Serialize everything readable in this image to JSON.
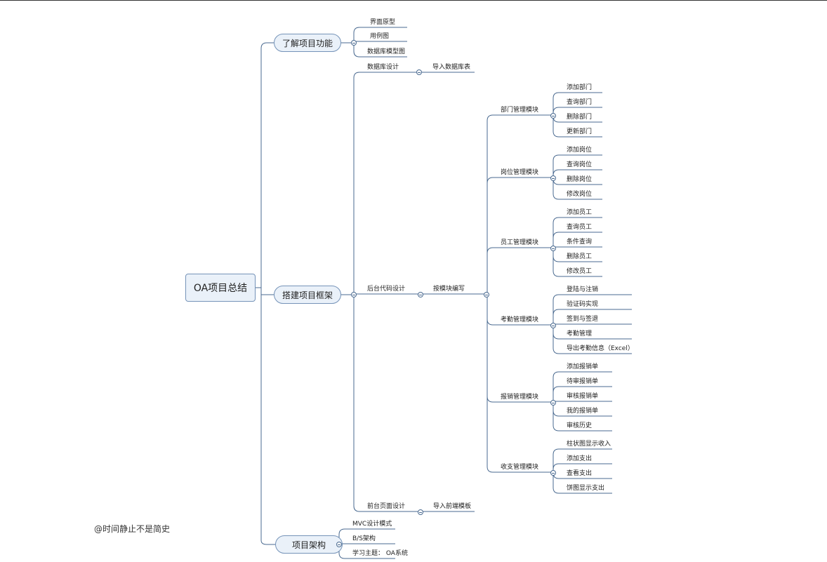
{
  "root": {
    "label": "OA项目总结"
  },
  "watermark": "@时间静止不是简史",
  "colors": {
    "line": "#4a6a90",
    "node_fill": "#eaf1f9",
    "node_border": "#7593b8"
  },
  "branches": {
    "understand": {
      "label": "了解项目功能",
      "children": [
        "界面原型",
        "用例图",
        "数据库模型图"
      ]
    },
    "build": {
      "label": "搭建项目框架",
      "db": {
        "label": "数据库设计",
        "child": "导入数据库表"
      },
      "backend": {
        "label": "后台代码设计",
        "by_module": {
          "label": "按模块编写",
          "modules": [
            {
              "label": "部门管理模块",
              "items": [
                "添加部门",
                "查询部门",
                "删除部门",
                "更新部门"
              ]
            },
            {
              "label": "岗位管理模块",
              "items": [
                "添加岗位",
                "查询岗位",
                "删除岗位",
                "修改岗位"
              ]
            },
            {
              "label": "员工管理模块",
              "items": [
                "添加员工",
                "查询员工",
                "条件查询",
                "删除员工",
                "修改员工"
              ]
            },
            {
              "label": "考勤管理模块",
              "items": [
                "登陆与注销",
                "验证码实现",
                "签到与签退",
                "考勤管理",
                "导出考勤信息（Excel）"
              ]
            },
            {
              "label": "报销管理模块",
              "items": [
                "添加报销单",
                "待审报销单",
                "审核报销单",
                "我的报销单",
                "审核历史"
              ]
            },
            {
              "label": "收支管理模块",
              "items": [
                "柱状图显示收入",
                "添加支出",
                "查看支出",
                "饼图显示支出"
              ]
            }
          ]
        }
      },
      "frontend": {
        "label": "前台页面设计",
        "child": "导入前端模板"
      }
    },
    "arch": {
      "label": "项目架构",
      "children": [
        "MVC设计模式",
        "B/S架构",
        "学习主题： OA系统"
      ]
    }
  }
}
